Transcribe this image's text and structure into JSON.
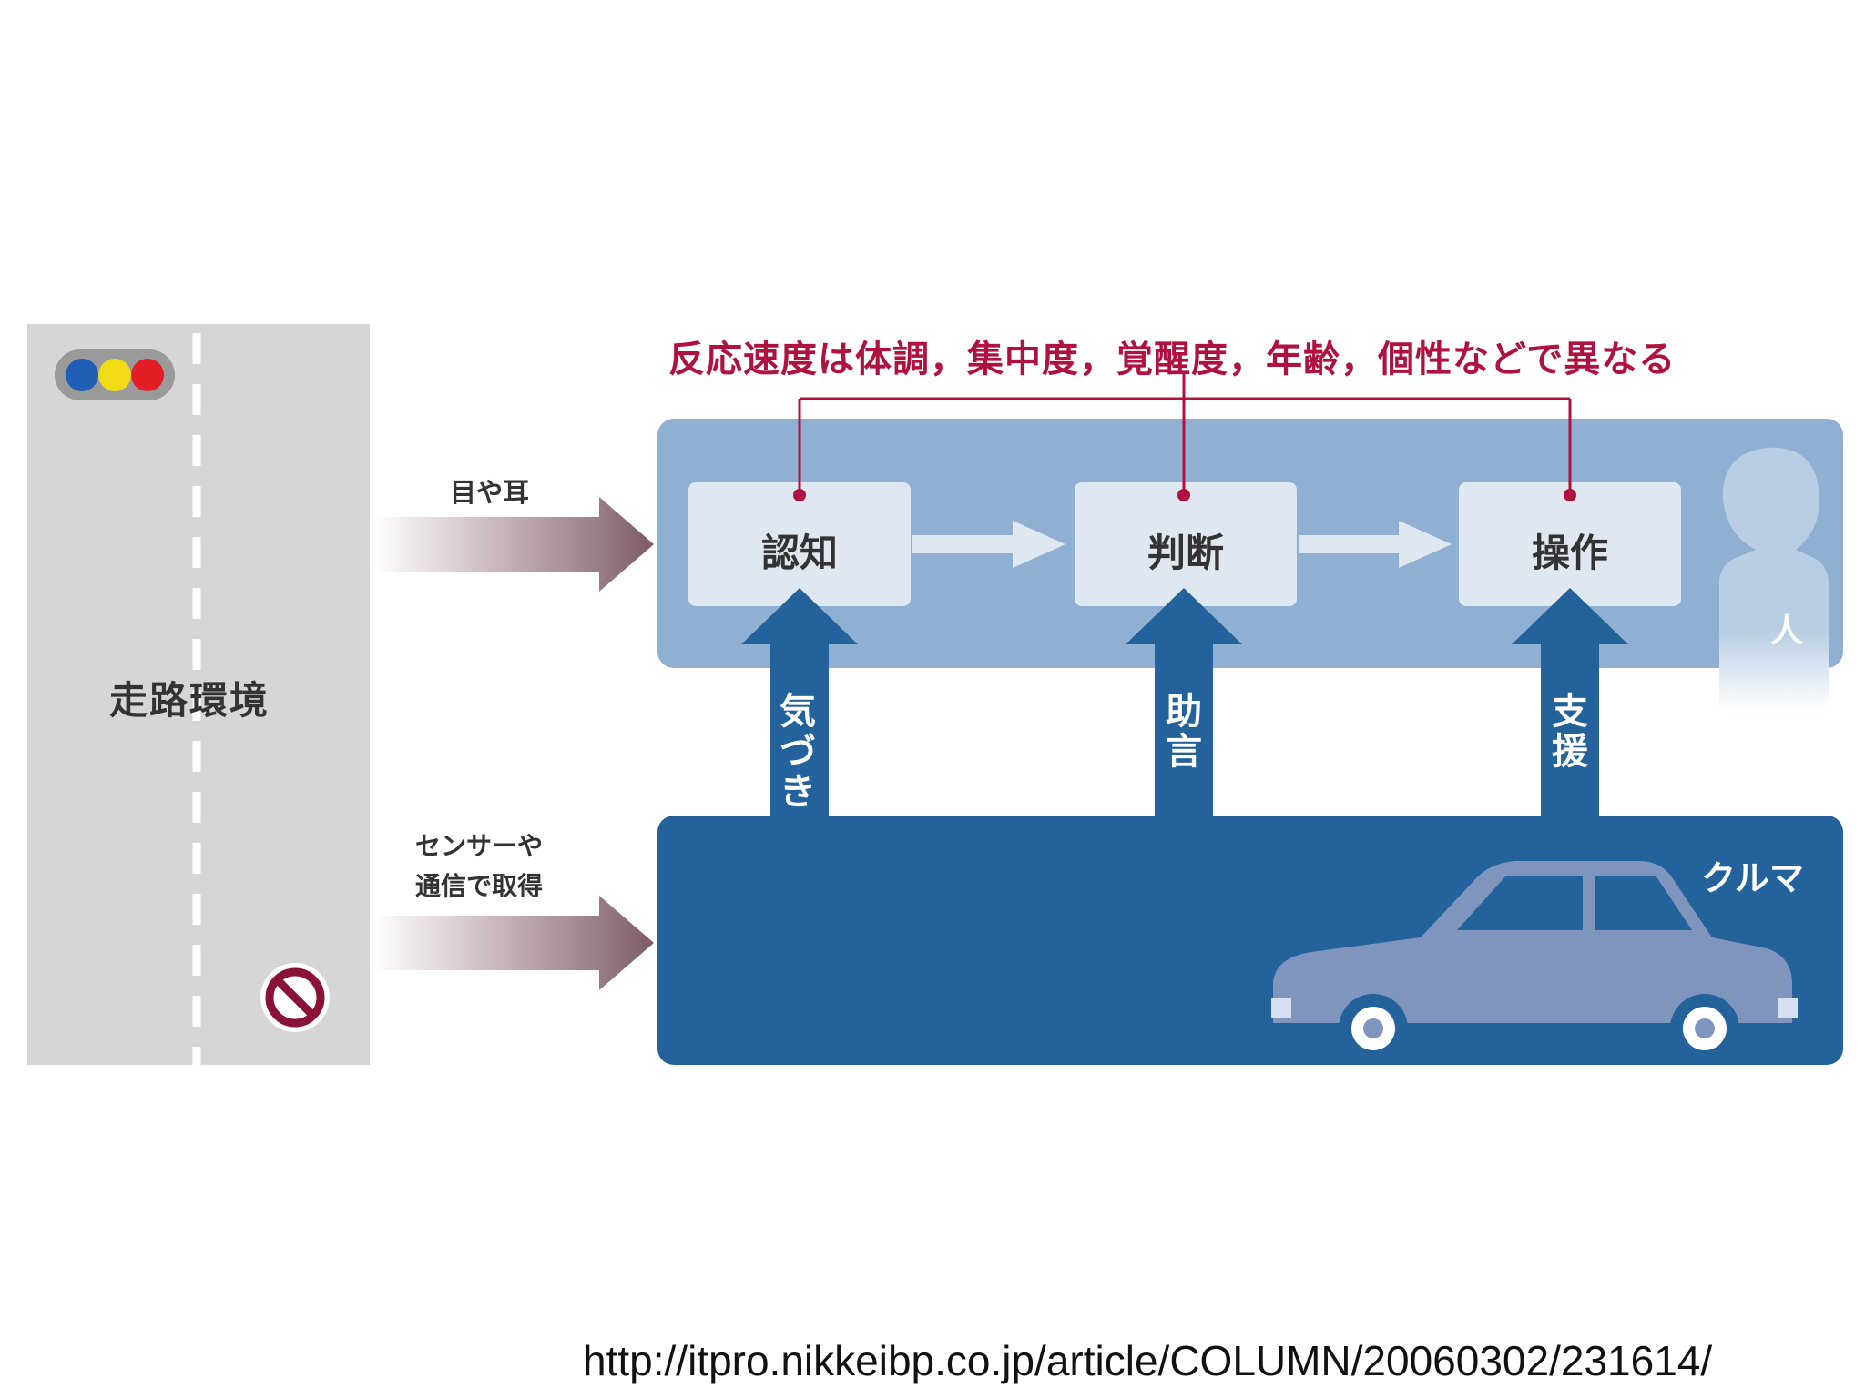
{
  "road_environment": {
    "label": "走路環境"
  },
  "inputs": {
    "eyes_ears": "目や耳",
    "sensors_line1": "センサーや",
    "sensors_line2": "通信で取得"
  },
  "human_process": {
    "steps": [
      {
        "label": "認知"
      },
      {
        "label": "判断"
      },
      {
        "label": "操作"
      }
    ],
    "reaction_note": "反応速度は体調，集中度，覚醒度，年齢，個性などで異なる",
    "actor_label": "人"
  },
  "car_assist": {
    "actor_label": "クルマ",
    "arrows": [
      {
        "label": "気づき"
      },
      {
        "label": "助言"
      },
      {
        "label": "支援"
      }
    ]
  },
  "source_url": "http://itpro.nikkeibp.co.jp/article/COLUMN/20060302/231614/",
  "colors": {
    "road": "#d6d6d6",
    "human_panel": "#8fafd3",
    "step_box": "#dfe7f0",
    "car_panel": "#23629a",
    "car_arrow": "#23629a",
    "car_shape": "#7f95bd",
    "note_red": "#b0123f",
    "input_arrow": "#8c6b73"
  },
  "icons": [
    "traffic-light-icon",
    "no-entry-sign-icon",
    "person-silhouette-icon",
    "car-icon"
  ]
}
